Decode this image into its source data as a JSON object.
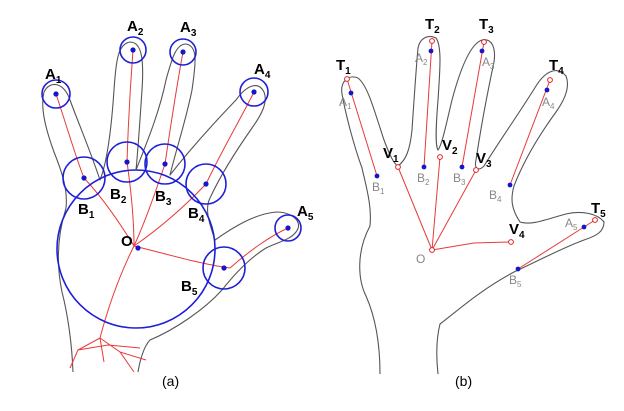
{
  "panel_a": {
    "caption": "(a)",
    "labels": {
      "A1": {
        "main": "A",
        "sub": "1"
      },
      "A2": {
        "main": "A",
        "sub": "2"
      },
      "A3": {
        "main": "A",
        "sub": "3"
      },
      "A4": {
        "main": "A",
        "sub": "4"
      },
      "A5": {
        "main": "A",
        "sub": "5"
      },
      "B1": {
        "main": "B",
        "sub": "1"
      },
      "B2": {
        "main": "B",
        "sub": "2"
      },
      "B3": {
        "main": "B",
        "sub": "3"
      },
      "B4": {
        "main": "B",
        "sub": "4"
      },
      "B5": {
        "main": "B",
        "sub": "5"
      },
      "O": "O"
    }
  },
  "panel_b": {
    "caption": "(b)",
    "labels": {
      "T1": {
        "main": "T",
        "sub": "1"
      },
      "T2": {
        "main": "T",
        "sub": "2"
      },
      "T3": {
        "main": "T",
        "sub": "3"
      },
      "T4": {
        "main": "T",
        "sub": "4"
      },
      "T5": {
        "main": "T",
        "sub": "5"
      },
      "V1": {
        "main": "V",
        "sub": "1"
      },
      "V2": {
        "main": "V",
        "sub": "2"
      },
      "V3": {
        "main": "V",
        "sub": "3"
      },
      "V4": {
        "main": "V",
        "sub": "4"
      },
      "A1": {
        "main": "A",
        "sub": "1"
      },
      "A2": {
        "main": "A",
        "sub": "2"
      },
      "A3": {
        "main": "A",
        "sub": "3"
      },
      "A4": {
        "main": "A",
        "sub": "4"
      },
      "A5": {
        "main": "A",
        "sub": "5"
      },
      "B1": {
        "main": "B",
        "sub": "1"
      },
      "B2": {
        "main": "B",
        "sub": "2"
      },
      "B3": {
        "main": "B",
        "sub": "3"
      },
      "B4": {
        "main": "B",
        "sub": "4"
      },
      "B5": {
        "main": "B",
        "sub": "5"
      },
      "O": "O"
    }
  },
  "colors": {
    "outline": "#555555",
    "skeleton": "#e83a3a",
    "circles": "#1f1fd8",
    "points": "#1515cc"
  }
}
